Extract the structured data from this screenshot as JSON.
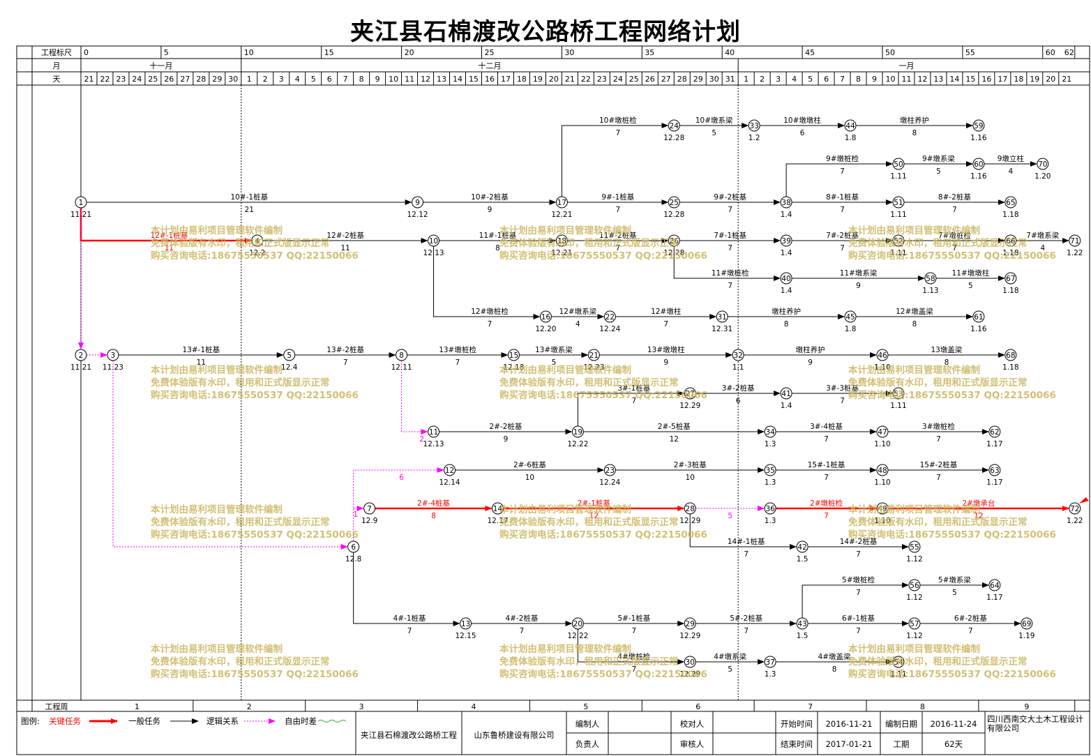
{
  "title": "夹江县石棉渡改公路桥工程网络计划",
  "header": {
    "scale_label": "工程标尺",
    "month_label": "月",
    "day_label": "天",
    "scale_ticks": [
      "0",
      "5",
      "10",
      "15",
      "20",
      "25",
      "30",
      "35",
      "40",
      "45",
      "50",
      "55",
      "60",
      "62"
    ],
    "months": [
      "十一月",
      "十二月",
      "一月"
    ],
    "days": [
      "21",
      "22",
      "23",
      "24",
      "25",
      "26",
      "27",
      "28",
      "29",
      "30",
      "1",
      "2",
      "3",
      "4",
      "5",
      "6",
      "7",
      "8",
      "9",
      "10",
      "11",
      "12",
      "13",
      "14",
      "15",
      "16",
      "17",
      "18",
      "19",
      "20",
      "21",
      "22",
      "23",
      "24",
      "25",
      "26",
      "27",
      "28",
      "29",
      "30",
      "31",
      "1",
      "2",
      "3",
      "4",
      "5",
      "6",
      "7",
      "8",
      "9",
      "10",
      "11",
      "12",
      "13",
      "14",
      "15",
      "16",
      "17",
      "18",
      "19",
      "20",
      "21"
    ]
  },
  "week_row": {
    "label": "工程周",
    "weeks": [
      "1",
      "2",
      "3",
      "4",
      "5",
      "6",
      "7",
      "8",
      "9"
    ]
  },
  "watermark": [
    "本计划由易利项目管理软件编制",
    "免费体验版有水印，租用和正式版显示正常",
    "购买咨询电话:18675550537 QQ:22150066"
  ],
  "colors": {
    "critical": "#ff0000",
    "normal": "#000000",
    "free_float": "#ff00ff",
    "watermark": "#c9b45c"
  },
  "nodes": [
    {
      "id": "1",
      "date": "11.21"
    },
    {
      "id": "2",
      "date": "11.21"
    },
    {
      "id": "3",
      "date": "11.23"
    },
    {
      "id": "4",
      "date": "12.2"
    },
    {
      "id": "5",
      "date": "12.4"
    },
    {
      "id": "6",
      "date": "12.8"
    },
    {
      "id": "7",
      "date": "12.9"
    },
    {
      "id": "8",
      "date": "12.11"
    },
    {
      "id": "9",
      "date": "12.12"
    },
    {
      "id": "10",
      "date": "12.13"
    },
    {
      "id": "11",
      "date": "12.13"
    },
    {
      "id": "12",
      "date": "12.14"
    },
    {
      "id": "13",
      "date": "12.15"
    },
    {
      "id": "14",
      "date": "12.17"
    },
    {
      "id": "15",
      "date": "12.18"
    },
    {
      "id": "16",
      "date": "12.20"
    },
    {
      "id": "17",
      "date": "12.21"
    },
    {
      "id": "18",
      "date": "12.21"
    },
    {
      "id": "19",
      "date": "12.22"
    },
    {
      "id": "20",
      "date": "12.22"
    },
    {
      "id": "21",
      "date": "12.23"
    },
    {
      "id": "22",
      "date": "12.24"
    },
    {
      "id": "23",
      "date": "12.24"
    },
    {
      "id": "24",
      "date": "12.28"
    },
    {
      "id": "25",
      "date": "12.28"
    },
    {
      "id": "26",
      "date": "12.28"
    },
    {
      "id": "27",
      "date": "12.29"
    },
    {
      "id": "28",
      "date": "12.29"
    },
    {
      "id": "29",
      "date": "12.29"
    },
    {
      "id": "30",
      "date": "12.29"
    },
    {
      "id": "31",
      "date": "12.31"
    },
    {
      "id": "32",
      "date": "1.1"
    },
    {
      "id": "33",
      "date": "1.2"
    },
    {
      "id": "34",
      "date": "1.3"
    },
    {
      "id": "35",
      "date": "1.3"
    },
    {
      "id": "36",
      "date": "1.3"
    },
    {
      "id": "37",
      "date": "1.3"
    },
    {
      "id": "38",
      "date": "1.4"
    },
    {
      "id": "39",
      "date": "1.4"
    },
    {
      "id": "40",
      "date": "1.4"
    },
    {
      "id": "41",
      "date": "1.4"
    },
    {
      "id": "42",
      "date": "1.5"
    },
    {
      "id": "43",
      "date": "1.5"
    },
    {
      "id": "44",
      "date": "1.8"
    },
    {
      "id": "45",
      "date": "1.8"
    },
    {
      "id": "46",
      "date": "1.10"
    },
    {
      "id": "47",
      "date": "1.10"
    },
    {
      "id": "48",
      "date": "1.10"
    },
    {
      "id": "49",
      "date": "1.10"
    },
    {
      "id": "50",
      "date": "1.11"
    },
    {
      "id": "51",
      "date": "1.11"
    },
    {
      "id": "52",
      "date": "1.11"
    },
    {
      "id": "53",
      "date": "1.11"
    },
    {
      "id": "54",
      "date": "1.11"
    },
    {
      "id": "55",
      "date": "1.12"
    },
    {
      "id": "56",
      "date": "1.12"
    },
    {
      "id": "57",
      "date": "1.12"
    },
    {
      "id": "58",
      "date": "1.13"
    },
    {
      "id": "59",
      "date": "1.16"
    },
    {
      "id": "60",
      "date": "1.16"
    },
    {
      "id": "61",
      "date": "1.16"
    },
    {
      "id": "62",
      "date": "1.17"
    },
    {
      "id": "63",
      "date": "1.17"
    },
    {
      "id": "64",
      "date": "1.17"
    },
    {
      "id": "65",
      "date": "1.18"
    },
    {
      "id": "66",
      "date": "1.18"
    },
    {
      "id": "67",
      "date": "1.18"
    },
    {
      "id": "68",
      "date": "1.18"
    },
    {
      "id": "69",
      "date": "1.19"
    },
    {
      "id": "70",
      "date": "1.20"
    },
    {
      "id": "71",
      "date": "1.22"
    },
    {
      "id": "72",
      "date": "1.22"
    }
  ],
  "tasks": [
    {
      "from": "1",
      "to": "9",
      "name": "10#-1桩基",
      "dur": "21",
      "type": "normal"
    },
    {
      "from": "9",
      "to": "17",
      "name": "10#-2桩基",
      "dur": "9",
      "type": "normal"
    },
    {
      "from": "17",
      "to": "24",
      "name": "10#墩桩检",
      "dur": "7",
      "type": "normal"
    },
    {
      "from": "24",
      "to": "33",
      "name": "10#墩系梁",
      "dur": "5",
      "type": "normal"
    },
    {
      "from": "33",
      "to": "44",
      "name": "10#墩墩柱",
      "dur": "6",
      "type": "normal"
    },
    {
      "from": "44",
      "to": "59",
      "name": "墩柱养护",
      "dur": "8",
      "type": "normal"
    },
    {
      "from": "17",
      "to": "25",
      "name": "9#-1桩基",
      "dur": "7",
      "type": "normal"
    },
    {
      "from": "25",
      "to": "38",
      "name": "9#-2桩基",
      "dur": "7",
      "type": "normal"
    },
    {
      "from": "38",
      "to": "50",
      "name": "9#墩桩检",
      "dur": "7",
      "type": "normal"
    },
    {
      "from": "50",
      "to": "60",
      "name": "9#墩系梁",
      "dur": "5",
      "type": "normal"
    },
    {
      "from": "60",
      "to": "70",
      "name": "9墩立柱",
      "dur": "4",
      "type": "normal"
    },
    {
      "from": "38",
      "to": "51",
      "name": "8#-1桩基",
      "dur": "7",
      "type": "normal"
    },
    {
      "from": "51",
      "to": "65",
      "name": "8#-2桩基",
      "dur": "7",
      "type": "normal"
    },
    {
      "from": "1",
      "to": "4",
      "name": "12#-1桩基",
      "dur": "11",
      "type": "critical"
    },
    {
      "from": "4",
      "to": "10",
      "name": "12#-2桩基",
      "dur": "11",
      "type": "normal"
    },
    {
      "from": "10",
      "to": "18",
      "name": "11#-1桩基",
      "dur": "8",
      "type": "normal"
    },
    {
      "from": "18",
      "to": "26",
      "name": "11#-2桩基",
      "dur": "7",
      "type": "normal"
    },
    {
      "from": "26",
      "to": "39",
      "name": "7#-1桩基",
      "dur": "7",
      "type": "normal"
    },
    {
      "from": "39",
      "to": "52",
      "name": "7#-2桩基",
      "dur": "7",
      "type": "normal"
    },
    {
      "from": "52",
      "to": "66",
      "name": "7#墩桩检",
      "dur": "7",
      "type": "normal"
    },
    {
      "from": "66",
      "to": "71",
      "name": "7#墩系梁",
      "dur": "4",
      "type": "normal"
    },
    {
      "from": "26",
      "to": "40",
      "name": "11#墩桩检",
      "dur": "7",
      "type": "normal"
    },
    {
      "from": "40",
      "to": "58",
      "name": "11#墩系梁",
      "dur": "9",
      "type": "normal"
    },
    {
      "from": "58",
      "to": "67",
      "name": "11#墩墩柱",
      "dur": "5",
      "type": "normal"
    },
    {
      "from": "10",
      "to": "16",
      "name": "12#墩桩检",
      "dur": "7",
      "type": "normal"
    },
    {
      "from": "16",
      "to": "22",
      "name": "12#墩系梁",
      "dur": "4",
      "type": "normal"
    },
    {
      "from": "22",
      "to": "31",
      "name": "12#墩柱",
      "dur": "7",
      "type": "normal"
    },
    {
      "from": "31",
      "to": "45",
      "name": "墩柱养护",
      "dur": "8",
      "type": "normal"
    },
    {
      "from": "45",
      "to": "61",
      "name": "12#墩盖梁",
      "dur": "8",
      "type": "normal"
    },
    {
      "from": "3",
      "to": "5",
      "name": "13#-1桩基",
      "dur": "11",
      "type": "normal"
    },
    {
      "from": "5",
      "to": "8",
      "name": "13#-2桩基",
      "dur": "7",
      "type": "normal"
    },
    {
      "from": "8",
      "to": "15",
      "name": "13#墩桩检",
      "dur": "7",
      "type": "normal"
    },
    {
      "from": "15",
      "to": "21",
      "name": "13#墩系梁",
      "dur": "5",
      "type": "normal"
    },
    {
      "from": "21",
      "to": "32",
      "name": "13#墩墩柱",
      "dur": "9",
      "type": "normal"
    },
    {
      "from": "32",
      "to": "46",
      "name": "墩柱养护",
      "dur": "9",
      "type": "normal"
    },
    {
      "from": "46",
      "to": "68",
      "name": "13墩盖梁",
      "dur": "8",
      "type": "normal"
    },
    {
      "from": "19",
      "to": "27",
      "name": "3#-1桩基",
      "dur": "7",
      "type": "normal"
    },
    {
      "from": "27",
      "to": "41",
      "name": "3#-2桩基",
      "dur": "6",
      "type": "normal"
    },
    {
      "from": "41",
      "to": "53",
      "name": "3#-3桩基",
      "dur": "7",
      "type": "normal"
    },
    {
      "from": "11",
      "to": "19",
      "name": "2#-2桩基",
      "dur": "9",
      "type": "normal"
    },
    {
      "from": "19",
      "to": "34",
      "name": "2#-5桩基",
      "dur": "12",
      "type": "normal"
    },
    {
      "from": "34",
      "to": "47",
      "name": "3#-4桩基",
      "dur": "7",
      "type": "normal"
    },
    {
      "from": "47",
      "to": "62",
      "name": "3#墩桩检",
      "dur": "7",
      "type": "normal"
    },
    {
      "from": "12",
      "to": "23",
      "name": "2#-6桩基",
      "dur": "10",
      "type": "normal"
    },
    {
      "from": "23",
      "to": "35",
      "name": "2#-3桩基",
      "dur": "10",
      "type": "normal"
    },
    {
      "from": "35",
      "to": "48",
      "name": "15#-1桩基",
      "dur": "7",
      "type": "normal"
    },
    {
      "from": "48",
      "to": "63",
      "name": "15#-2桩基",
      "dur": "7",
      "type": "normal"
    },
    {
      "from": "7",
      "to": "14",
      "name": "2#-4桩基",
      "dur": "8",
      "type": "critical"
    },
    {
      "from": "14",
      "to": "28",
      "name": "2#-1桩基",
      "dur": "12",
      "type": "critical"
    },
    {
      "from": "36",
      "to": "49",
      "name": "2#墩桩检",
      "dur": "7",
      "type": "critical"
    },
    {
      "from": "49",
      "to": "72",
      "name": "2#墩承台",
      "dur": "12",
      "type": "critical"
    },
    {
      "from": "28",
      "to": "42",
      "name": "14#-1桩基",
      "dur": "7",
      "type": "normal"
    },
    {
      "from": "42",
      "to": "55",
      "name": "14#-2桩基",
      "dur": "7",
      "type": "normal"
    },
    {
      "from": "43",
      "to": "56",
      "name": "5#墩桩检",
      "dur": "7",
      "type": "normal"
    },
    {
      "from": "56",
      "to": "64",
      "name": "5#墩系梁",
      "dur": "5",
      "type": "normal"
    },
    {
      "from": "6",
      "to": "13",
      "name": "4#-1桩基",
      "dur": "7",
      "type": "normal"
    },
    {
      "from": "13",
      "to": "20",
      "name": "4#-2桩基",
      "dur": "7",
      "type": "normal"
    },
    {
      "from": "20",
      "to": "29",
      "name": "5#-1桩基",
      "dur": "7",
      "type": "normal"
    },
    {
      "from": "29",
      "to": "43",
      "name": "5#-2桩基",
      "dur": "7",
      "type": "normal"
    },
    {
      "from": "43",
      "to": "57",
      "name": "6#-1桩基",
      "dur": "7",
      "type": "normal"
    },
    {
      "from": "57",
      "to": "69",
      "name": "6#-2桩基",
      "dur": "7",
      "type": "normal"
    },
    {
      "from": "20",
      "to": "30",
      "name": "4#墩桩检",
      "dur": "7",
      "type": "normal"
    },
    {
      "from": "30",
      "to": "37",
      "name": "4#墩系梁",
      "dur": "5",
      "type": "normal"
    },
    {
      "from": "37",
      "to": "54",
      "name": "4#墩盖梁",
      "dur": "8",
      "type": "normal"
    }
  ],
  "float_labels": [
    "1",
    "2",
    "6",
    "5"
  ],
  "legend": {
    "title": "图例:",
    "critical": "关键任务",
    "normal": "一般任务",
    "logic": "逻辑关系",
    "free_float": "自由时差"
  },
  "info": {
    "project": "夹江县石棉渡改公路桥工程",
    "company": "山东鲁桥建设有限公司",
    "editor_label": "编制人",
    "checker_label": "校对人",
    "start_label": "开始时间",
    "start_value": "2016-11-21",
    "compile_date_label": "编制日期",
    "compile_date_value": "2016-11-24",
    "designer": "四川西南交大土木工程设计有限公司",
    "owner_label": "负责人",
    "reviewer_label": "审核人",
    "end_label": "结束时间",
    "end_value": "2017-01-21",
    "period_label": "工期",
    "period_value": "62天"
  }
}
